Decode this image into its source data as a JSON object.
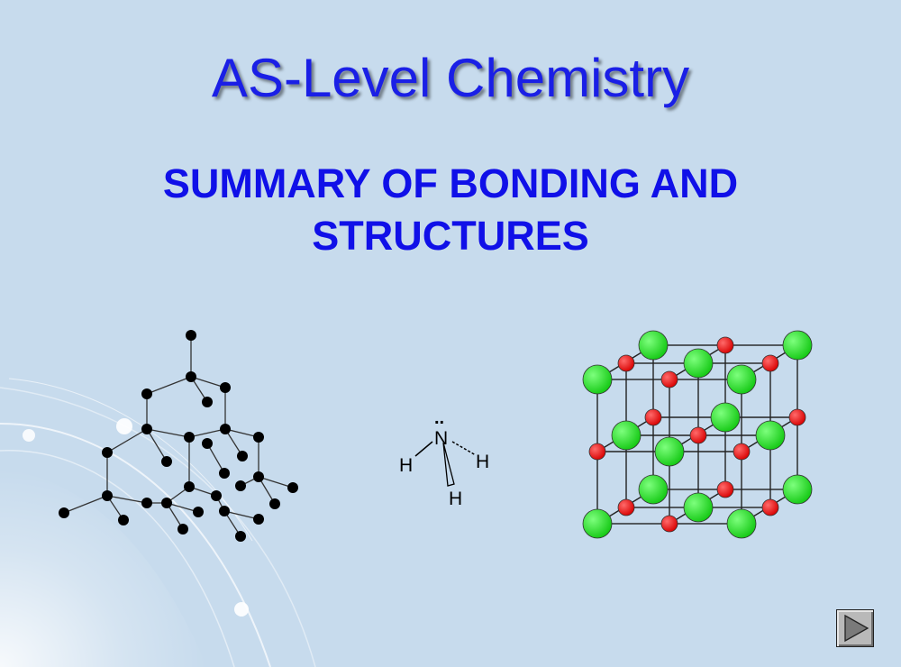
{
  "slide": {
    "title": "AS-Level Chemistry",
    "subtitle_line1": "SUMMARY OF BONDING AND",
    "subtitle_line2": "STRUCTURES"
  },
  "ammonia": {
    "central_atom": "N",
    "lone_pair": "..",
    "h_left": "H",
    "h_right": "H",
    "h_bottom": "H"
  },
  "colors": {
    "background": "#c7dbed",
    "title": "#1a1fe6",
    "subtitle": "#1010e8",
    "carbon_atom": "#000000",
    "chloride_ion": "#22dd22",
    "sodium_ion": "#ee1111"
  },
  "icons": {
    "next": "next-slide-triangle-icon"
  }
}
